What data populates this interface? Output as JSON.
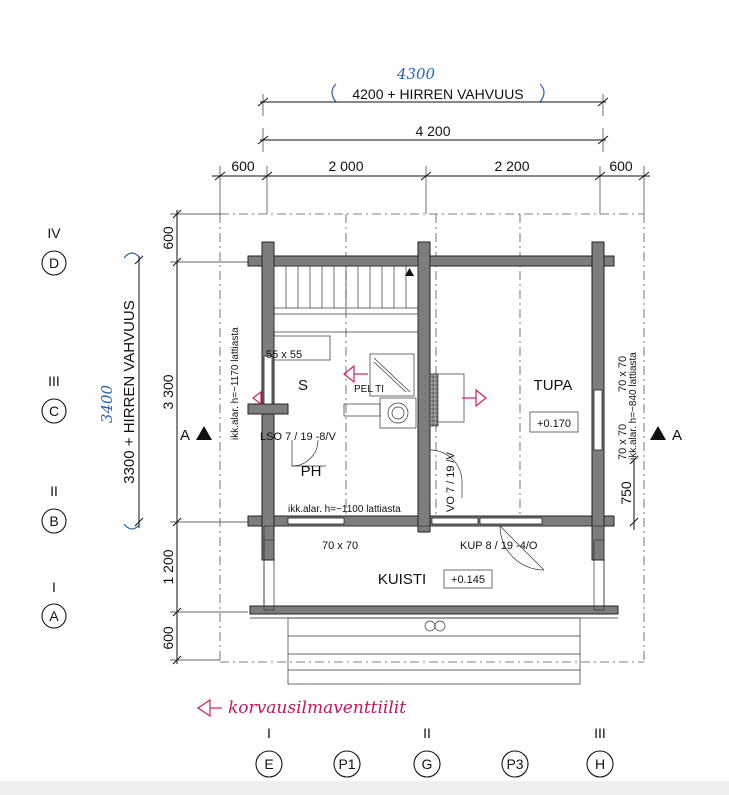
{
  "handwritten": {
    "top_dimension": "4300",
    "side_dimension": "3400",
    "vent_note": "korvausilmaventtiilit"
  },
  "dimensions": {
    "overall_top": "4200 + HIRREN VAHVUUS",
    "overall": "4 200",
    "segments_top": [
      "600",
      "2 000",
      "2 200",
      "600"
    ],
    "overall_side": "3300 + HIRREN VAHVUUS",
    "side_segments": [
      "600",
      "3 300",
      "750",
      "1 200",
      "600"
    ]
  },
  "rooms": {
    "sauna": "S",
    "washroom": "PH",
    "living_room": "TUPA",
    "porch": "KUISTI"
  },
  "labels": {
    "stove": "PEL TI",
    "section_left": "A",
    "section_right": "A",
    "window_washroom": "55 x 55",
    "window_left_note": "ikk.alar. h=~1170 lattiasta",
    "window_bottom_note": "ikk.alar. h=~1100 lattiasta",
    "window_right_note": "ikk.alar. h=~840 lattiasta",
    "window_right_size_a": "70 x 70",
    "window_right_size_b": "70 x 70",
    "porch_window": "70 x 70",
    "door_sauna": "LSO 7 / 19 -8/V",
    "door_inner": "VO 7 / 19 /V",
    "door_porch": "KUP 8 / 19 -4/O",
    "level_tupa": "+0.170",
    "level_kuisti": "+0.145"
  },
  "grid_rows": [
    {
      "roman": "IV",
      "letter": "D"
    },
    {
      "roman": "III",
      "letter": "C"
    },
    {
      "roman": "II",
      "letter": "B"
    },
    {
      "roman": "I",
      "letter": "A"
    }
  ],
  "grid_cols": [
    {
      "roman": "I",
      "letter": "E"
    },
    {
      "roman": "",
      "letter": "P1"
    },
    {
      "roman": "II",
      "letter": "G"
    },
    {
      "roman": "",
      "letter": "P3"
    },
    {
      "roman": "III",
      "letter": "H"
    }
  ]
}
